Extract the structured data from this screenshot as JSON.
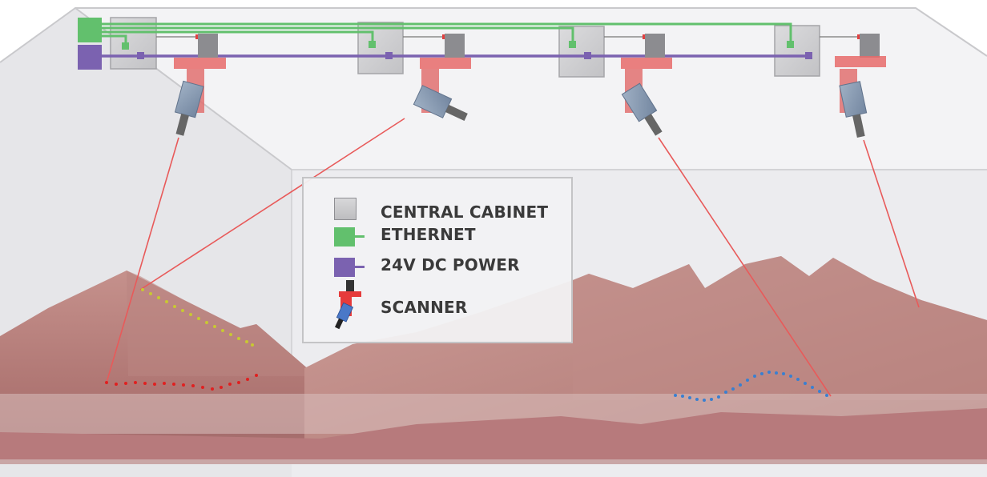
{
  "legend": {
    "items": [
      {
        "label": "CENTRAL CABINET",
        "icon": "cabinet-icon",
        "color": "#c6c6c8"
      },
      {
        "label": "ETHERNET",
        "icon": "ethernet-icon",
        "color": "#62c06d"
      },
      {
        "label": "24V DC POWER",
        "icon": "power-icon",
        "color": "#7b62b0"
      },
      {
        "label": "SCANNER",
        "icon": "scanner-icon",
        "color": "#e63b3b"
      }
    ]
  },
  "colors": {
    "ethernet": "#62c06d",
    "power": "#7b62b0",
    "cabinet": "#c6c6c8",
    "scanner_mount": "#e06a6a",
    "laser": "#e85a5a",
    "pile": "#b47b78",
    "dots_yellow": "#c8c832",
    "dots_red": "#e02020",
    "dots_blue": "#3a7fd0"
  }
}
